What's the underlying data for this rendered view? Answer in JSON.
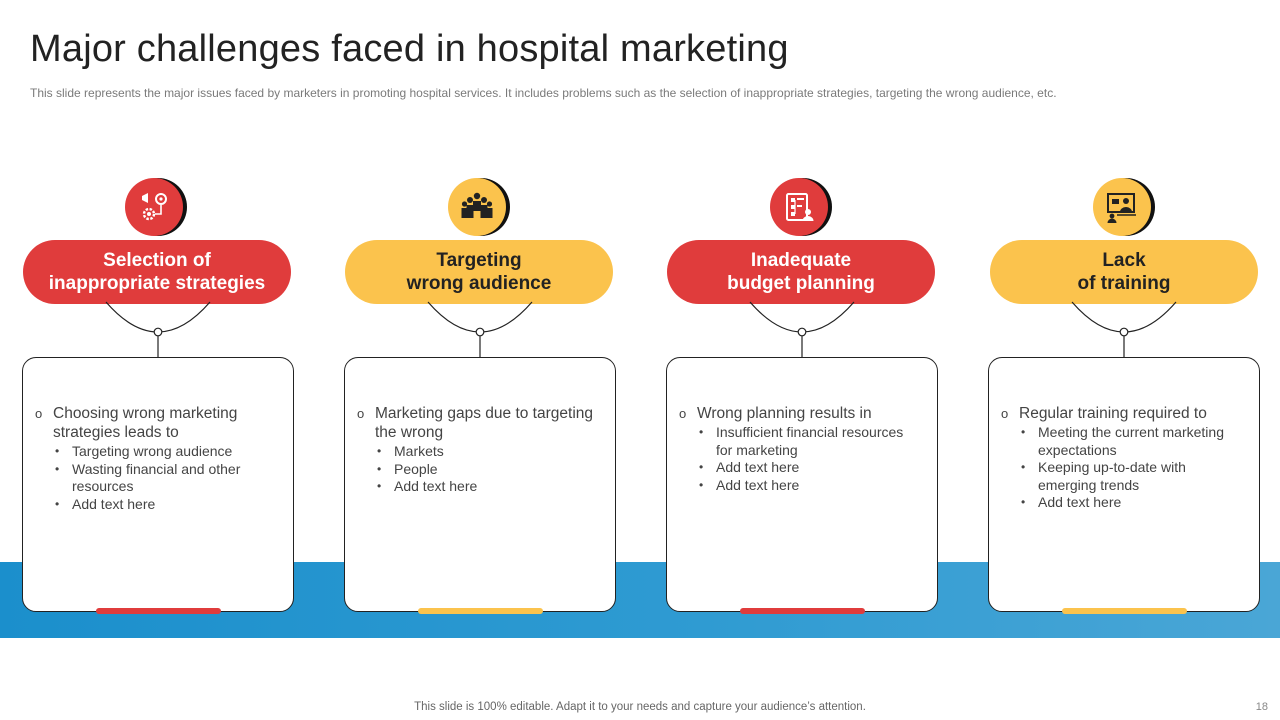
{
  "title": "Major challenges faced in hospital marketing",
  "subtitle": "This slide represents the major issues faced by marketers in promoting hospital services. It includes problems such as the selection of inappropriate strategies, targeting the wrong audience, etc.",
  "colors": {
    "red": "#e03c3c",
    "yellow": "#fbc34d",
    "blue": "#1f92ce"
  },
  "columns": [
    {
      "icon": "strategy-gear-icon",
      "heading_lines": [
        "Selection of",
        "inappropriate strategies"
      ],
      "intro": "Choosing wrong marketing strategies leads to",
      "bullets": [
        "Targeting wrong audience",
        "Wasting financial and other resources",
        "Add text here"
      ]
    },
    {
      "icon": "audience-group-icon",
      "heading_lines": [
        "Targeting",
        "wrong audience"
      ],
      "intro": "Marketing gaps due to targeting the wrong",
      "bullets": [
        "Markets",
        "People",
        "Add text here"
      ]
    },
    {
      "icon": "budget-plan-icon",
      "heading_lines": [
        "Inadequate",
        "budget planning"
      ],
      "intro": "Wrong planning results in",
      "bullets": [
        "Insufficient financial resources for marketing",
        "Add text here",
        "Add text here"
      ]
    },
    {
      "icon": "training-presentation-icon",
      "heading_lines": [
        "Lack",
        "of training"
      ],
      "intro": "Regular training required to",
      "bullets": [
        "Meeting the current marketing expectations",
        "Keeping up-to-date with emerging trends",
        "Add text here"
      ]
    }
  ],
  "footer": "This slide is 100% editable. Adapt it to your needs and capture your audience’s attention.",
  "page_number": "18"
}
